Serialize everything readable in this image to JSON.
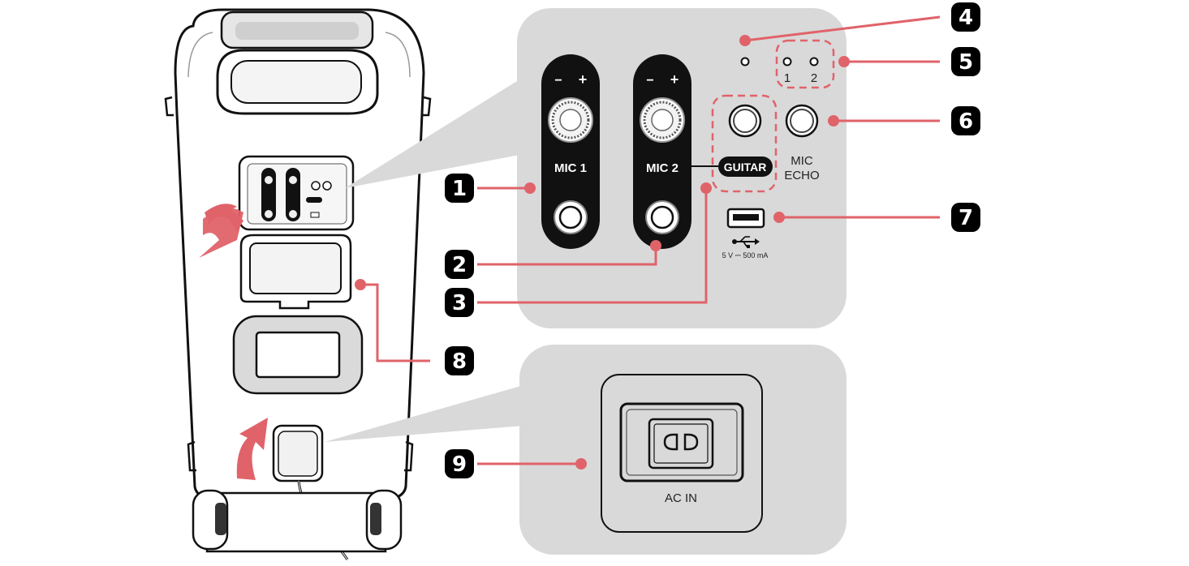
{
  "colors": {
    "panel_bg": "#d9d9d9",
    "callout_line": "#e0636a",
    "arrow": "#e0636a",
    "badge_bg": "#000000",
    "device_outline": "#111111"
  },
  "panel_top": {
    "mic1_label": "MIC 1",
    "mic2_label": "MIC 2",
    "minus_sign": "−",
    "plus_sign": "+",
    "guitar_label": "GUITAR",
    "mic_echo_line1": "MIC",
    "mic_echo_line2": "ECHO",
    "led_1_label": "1",
    "led_2_label": "2",
    "usb_rating": "5 V ⎓ 500 mA"
  },
  "panel_bottom": {
    "ac_in_label": "AC IN"
  },
  "callouts": [
    {
      "number": "1",
      "target": "mic-1-jack"
    },
    {
      "number": "2",
      "target": "mic-2-jack"
    },
    {
      "number": "3",
      "target": "guitar-jack"
    },
    {
      "number": "4",
      "target": "status-led"
    },
    {
      "number": "5",
      "target": "mic-echo-leds"
    },
    {
      "number": "6",
      "target": "mic-echo-button"
    },
    {
      "number": "7",
      "target": "usb-port"
    },
    {
      "number": "8",
      "target": "panel-cover"
    },
    {
      "number": "9",
      "target": "ac-in-socket"
    }
  ],
  "icons": {
    "arrow_down": "curved-arrow-down-icon",
    "arrow_up": "curved-arrow-up-icon",
    "usb": "usb-icon"
  }
}
